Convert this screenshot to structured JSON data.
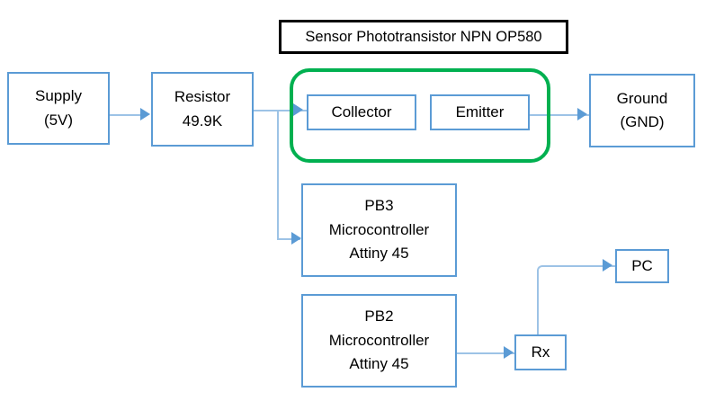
{
  "diagram": {
    "title_box": {
      "label": "Sensor Phototransistor NPN OP580"
    },
    "colors": {
      "box_border": "#5B9BD5",
      "group_border": "#00B050",
      "connector": "#9DC3E6",
      "arrow": "#5B9BD5",
      "title_border": "#000000",
      "text": "#000000",
      "background": "#ffffff"
    },
    "nodes": {
      "supply": {
        "line1": "Supply",
        "line2": "(5V)"
      },
      "resistor": {
        "line1": "Resistor",
        "line2": "49.9K"
      },
      "collector": {
        "label": "Collector"
      },
      "emitter": {
        "label": "Emitter"
      },
      "ground": {
        "line1": "Ground",
        "line2": "(GND)"
      },
      "pb3": {
        "line1": "PB3",
        "line2": "Microcontroller",
        "line3": "Attiny 45"
      },
      "pb2": {
        "line1": "PB2",
        "line2": "Microcontroller",
        "line3": "Attiny 45"
      },
      "rx": {
        "label": "Rx"
      },
      "pc": {
        "label": "PC"
      }
    },
    "connections": [
      {
        "from": "supply",
        "to": "resistor"
      },
      {
        "from": "resistor",
        "to": "collector"
      },
      {
        "from": "resistor",
        "to": "pb3"
      },
      {
        "from": "emitter",
        "to": "ground"
      },
      {
        "from": "pb2",
        "to": "rx"
      },
      {
        "from": "rx",
        "to": "pc"
      }
    ]
  }
}
